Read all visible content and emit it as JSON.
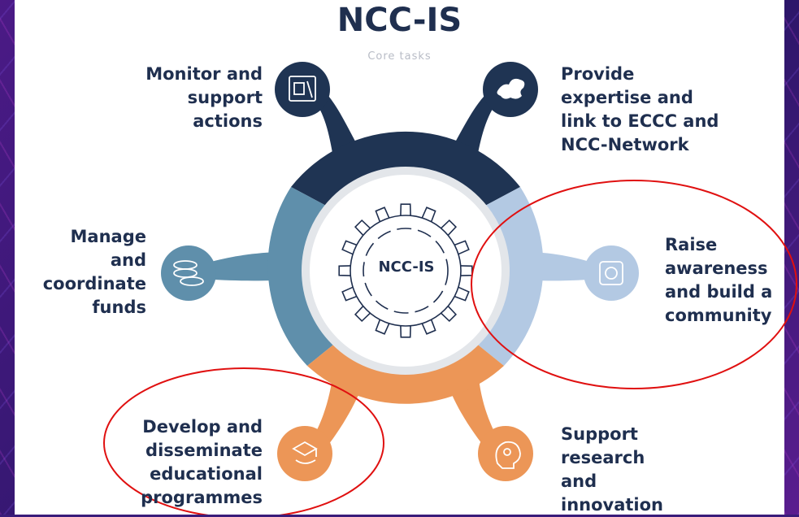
{
  "title": "NCC-IS",
  "subtitle": "Core tasks",
  "center_label": "NCC-IS",
  "tasks": [
    {
      "label": "Monitor and\nsupport\nactions",
      "icon": "blueprint-icon",
      "color": "#1f3453"
    },
    {
      "label": "Provide\nexpertise and\nlink to ECCC and\nNCC-Network",
      "icon": "europe-map-icon",
      "color": "#1f3453"
    },
    {
      "label": "Manage\nand\ncoordinate\nfunds",
      "icon": "coins-icon",
      "color": "#5f8fab"
    },
    {
      "label": "Raise\nawareness\nand build a\ncommunity",
      "icon": "community-icon",
      "color": "#b3c9e3"
    },
    {
      "label": "Develop and\ndisseminate\neducational\nprogrammes",
      "icon": "graduation-cap-icon",
      "color": "#ec9657"
    },
    {
      "label": "Support\nresearch\nand\ninnovation",
      "icon": "lightbulb-head-icon",
      "color": "#ec9657"
    }
  ],
  "colors": {
    "dark_navy": "#1f3453",
    "steel_blue": "#5f8fab",
    "light_blue": "#b3c9e3",
    "orange": "#ec9657",
    "highlight_red": "#e01010"
  }
}
